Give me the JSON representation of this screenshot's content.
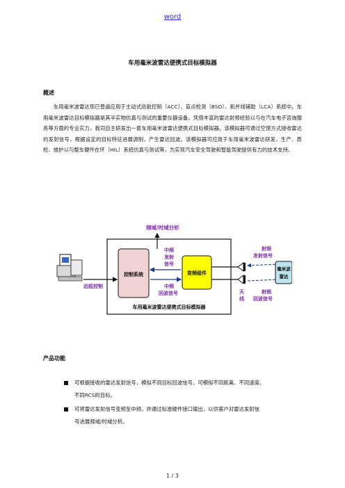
{
  "header": {
    "word_link": "word"
  },
  "doc": {
    "title": "车用毫米波雷达便携式目标模拟器",
    "overview_heading": "概述",
    "overview_text": "车用毫米波雷达现已普遍应用于主动式巡航控制〔ACC〕、盲点检测〔BSD〕、和并线辅助〔LCA〕系统中。车用毫米波雷达目标模拟器是其半实物仿真与测试的重要仪器设备。凭借丰富的雷达射频经验以与在汽车电子咨询服务等方面的专业实力，我司自主研发出一套车用毫米波雷达便携式目标模拟器。该模拟器可通过空馈方式接收雷达的发射信号，根据设定的目标特征进展调制，产生雷达回波。该模拟器可应用于车用毫米波雷达研发、生产、质检、维护以与整车硬件在环〔HIL〕系统仿真与测试等，为实现汽车安全驾驶和智能驾驶提供有力的技术支持。",
    "features_heading": "产品功能",
    "features": [
      {
        "line1": "可根据接收的雷达发射信号，模拟不同目标回波信号，可模拟不同距离、不同速度、",
        "line2": "不同RCS的目标。"
      },
      {
        "line1": "可将雷达发射信号变频至中频，并通过标准硬件接口输出，以供客户对雷达发射信",
        "line2": "号进展频域/时域分析。"
      }
    ]
  },
  "diagram": {
    "label_freq_analysis": "频域/时域分析",
    "label_remote_control": "远程控制",
    "label_control_system": "控制系统",
    "label_if_transmit": [
      "中频",
      "发射",
      "信号"
    ],
    "label_if_echo": [
      "中频",
      "回波信号"
    ],
    "label_freq_converter": "变频组件",
    "label_antenna": [
      "天",
      "线"
    ],
    "label_rf_transmit": [
      "射频",
      "发射信号"
    ],
    "label_rf_echo": [
      "射频",
      "回波信号"
    ],
    "label_radar": [
      "毫米波",
      "雷达"
    ],
    "label_simulator": "车用毫米波雷达便携式目标模拟器",
    "colors": {
      "purple_text": "#7b2fa8",
      "control_fill": "#f1d2d2",
      "converter_fill": "#ffff00",
      "radar_fill": "#bde3ee"
    }
  },
  "footer": {
    "page": "1 / 3"
  }
}
